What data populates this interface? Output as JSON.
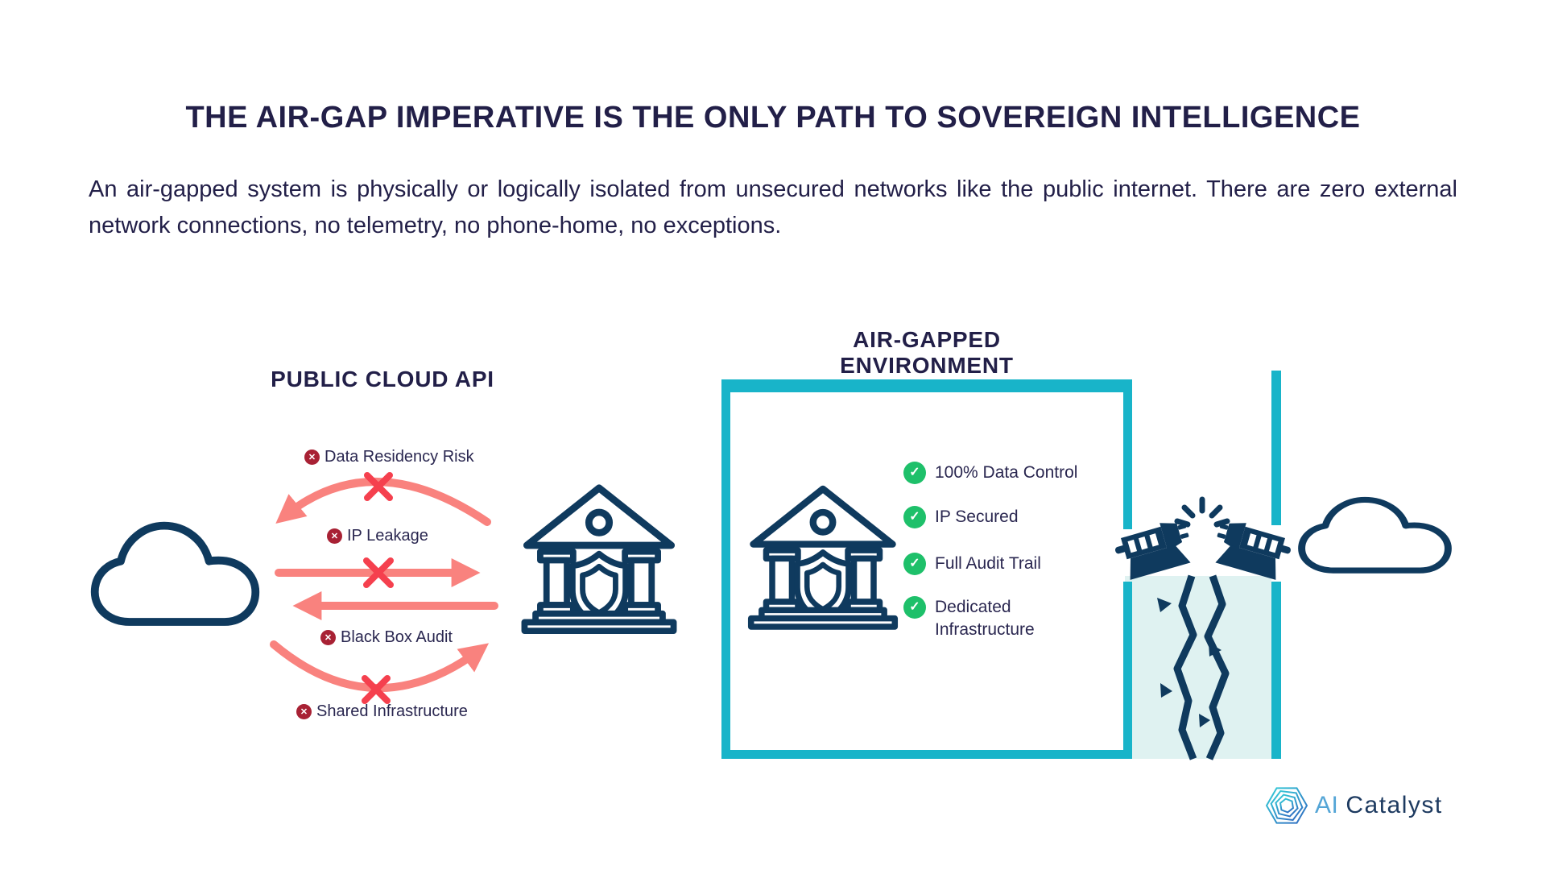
{
  "header": {
    "title": "THE AIR-GAP IMPERATIVE IS THE ONLY PATH TO SOVEREIGN INTELLIGENCE",
    "description": "An air-gapped system is physically or logically isolated from unsecured networks like the public internet. There are zero external network connections, no telemetry, no phone-home, no exceptions."
  },
  "public_cloud": {
    "label": "PUBLIC CLOUD API",
    "risks": [
      {
        "icon": "x-circle-icon",
        "label": "Data Residency Risk"
      },
      {
        "icon": "x-circle-icon",
        "label": "IP Leakage"
      },
      {
        "icon": "x-circle-icon",
        "label": "Black Box Audit"
      },
      {
        "icon": "x-circle-icon",
        "label": "Shared Infrastructure"
      }
    ]
  },
  "air_gapped": {
    "label": "AIR-GAPPED ENVIRONMENT",
    "benefits": [
      {
        "icon": "check-circle-icon",
        "label": "100% Data Control"
      },
      {
        "icon": "check-circle-icon",
        "label": "IP Secured"
      },
      {
        "icon": "check-circle-icon",
        "label": "Full Audit Trail"
      },
      {
        "icon": "check-circle-icon",
        "label": "Dedicated Infrastructure"
      }
    ]
  },
  "logo": {
    "ai": "AI",
    "name": "Catalyst"
  },
  "colors": {
    "text_navy": "#221f48",
    "icon_navy": "#0f3a5e",
    "teal_accent": "#18b4c9",
    "arrow_salmon": "#f9827e",
    "x_red": "#f5404e",
    "badge_red": "#a82134",
    "check_green": "#1ec06a",
    "chasm_fill": "#dff2f1",
    "logo_blue": "#54a5d6",
    "logo_navy": "#1d3a60"
  }
}
